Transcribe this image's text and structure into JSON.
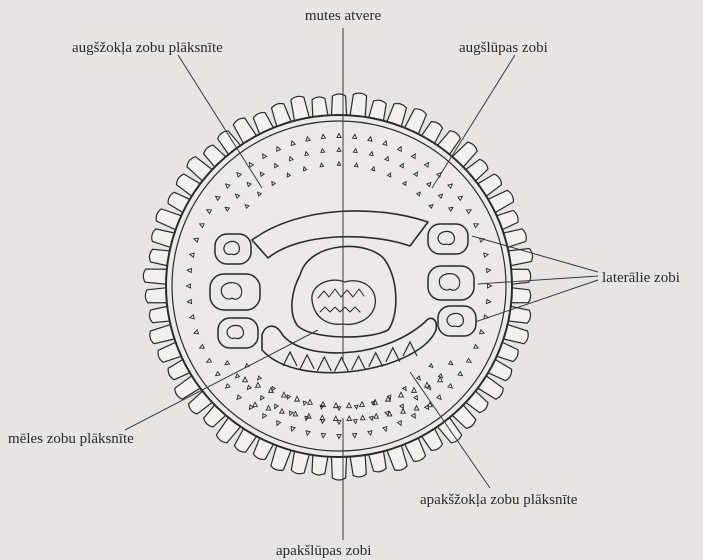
{
  "colors": {
    "paper": "#e6e5e3",
    "ink": "#2b2b2b"
  },
  "labels": {
    "mouth_opening": "mutes atvere",
    "upper_jaw_plate": "augšžokļa zobu plāksnīte",
    "upper_lip_teeth": "augšlūpas zobi",
    "lateral_teeth": "laterālie zobi",
    "tongue_plate": "mēles zobu plāksnīte",
    "lower_jaw_plate": "apakšžokļa zobu plāksnīte",
    "lower_lip_teeth": "apakšlūpas zobi"
  }
}
